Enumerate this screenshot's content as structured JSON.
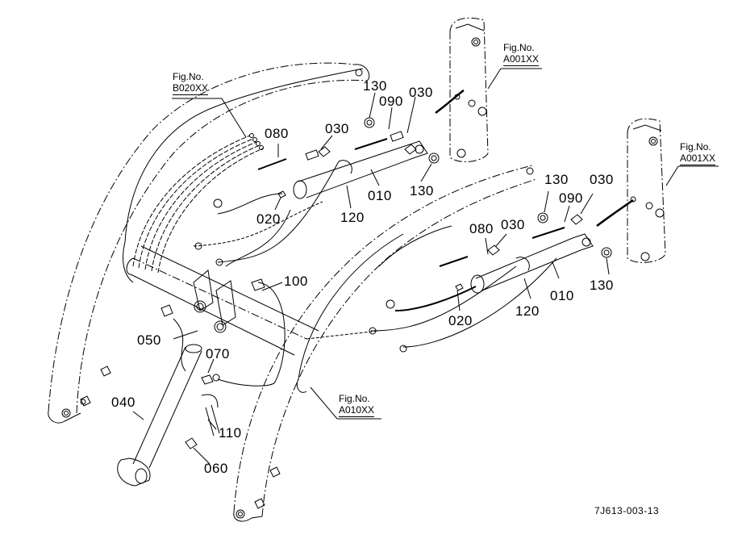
{
  "diagram": {
    "type": "exploded-parts-diagram",
    "subject": "Front loader boom with hydraulic cylinders and hoses",
    "document_id": "7J613-003-13",
    "figure_references": [
      {
        "prefix": "Fig.No.",
        "code": "B020XX"
      },
      {
        "prefix": "Fig.No.",
        "code": "A001XX"
      },
      {
        "prefix": "Fig.No.",
        "code": "A001XX"
      },
      {
        "prefix": "Fig.No.",
        "code": "A010XX"
      }
    ],
    "callouts": {
      "upper_cylinder": {
        "p130a": "130",
        "p090": "090",
        "p030a": "030",
        "p080": "080",
        "p030b": "030",
        "p020": "020",
        "p120": "120",
        "p010": "010",
        "p130b": "130"
      },
      "lower_cylinder": {
        "p130a": "130",
        "p090": "090",
        "p030a": "030",
        "p080": "080",
        "p030b": "030",
        "p020": "020",
        "p120": "120",
        "p010": "010",
        "p130b": "130"
      },
      "bucket_cylinder": {
        "p100": "100",
        "p050": "050",
        "p070": "070",
        "p040": "040",
        "p110": "110",
        "p060": "060"
      }
    }
  }
}
